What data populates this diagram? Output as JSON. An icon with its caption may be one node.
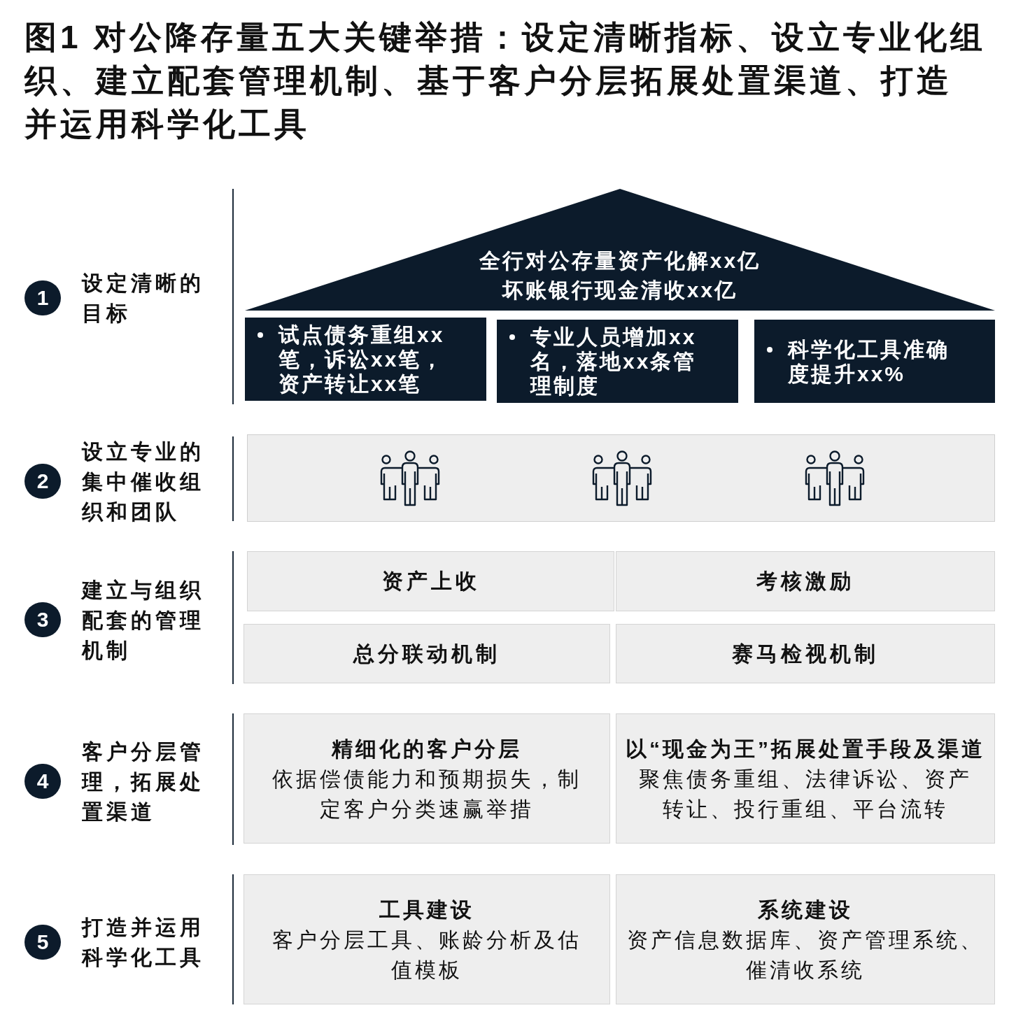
{
  "diagram": {
    "title": "图1 对公降存量五大关键举措：设定清晰指标、设立专业化组织、建立配套管理机制、基于客户分层拓展处置渠道、打造并运用科学化工具",
    "nodes": [
      {
        "text": [
          "1"
        ],
        "beside": [
          "设定清晰的目标"
        ]
      },
      {
        "text": [
          "全行对公存量资产化解xx亿",
          "坏账银行现金清收xx亿"
        ]
      },
      {
        "text": [
          "试点债务重组xx笔，诉讼xx笔，资产转让xx笔"
        ]
      },
      {
        "text": [
          "专业人员增加xx名，落地xx条管理制度"
        ]
      },
      {
        "text": [
          "科学化工具准确度提升xx%"
        ]
      },
      {
        "text": [
          "2"
        ],
        "beside": [
          "设立专业的集中催收组织和团队"
        ]
      },
      {
        "text": [],
        "shape": "box"
      },
      {
        "text": [
          "3"
        ],
        "beside": [
          "建立与组织配套的管理机制"
        ]
      },
      {
        "text": [
          "资产上收"
        ]
      },
      {
        "text": [
          "考核激励"
        ]
      },
      {
        "text": [
          "总分联动机制"
        ]
      },
      {
        "text": [
          "赛马检视机制"
        ]
      },
      {
        "text": [
          "4"
        ],
        "beside": [
          "客户分层管理，拓展处置渠道"
        ]
      },
      {
        "text": [
          "精细化的客户分层",
          "依据偿债能力和预期损失，制定客户分类速赢举措"
        ]
      },
      {
        "text": [
          "以“现金为王”拓展处置手段及渠道",
          "聚焦债务重组、法律诉讼、资产转让、投行重组、平台流转"
        ]
      },
      {
        "text": [
          "5"
        ],
        "beside": [
          "打造并运用科学化工具"
        ]
      },
      {
        "text": [
          "工具建设",
          "客户分层工具、账龄分析及估值模板"
        ]
      },
      {
        "text": [
          "系统建设",
          "资产信息数据库、资产管理系统、催清收系统"
        ]
      }
    ]
  }
}
